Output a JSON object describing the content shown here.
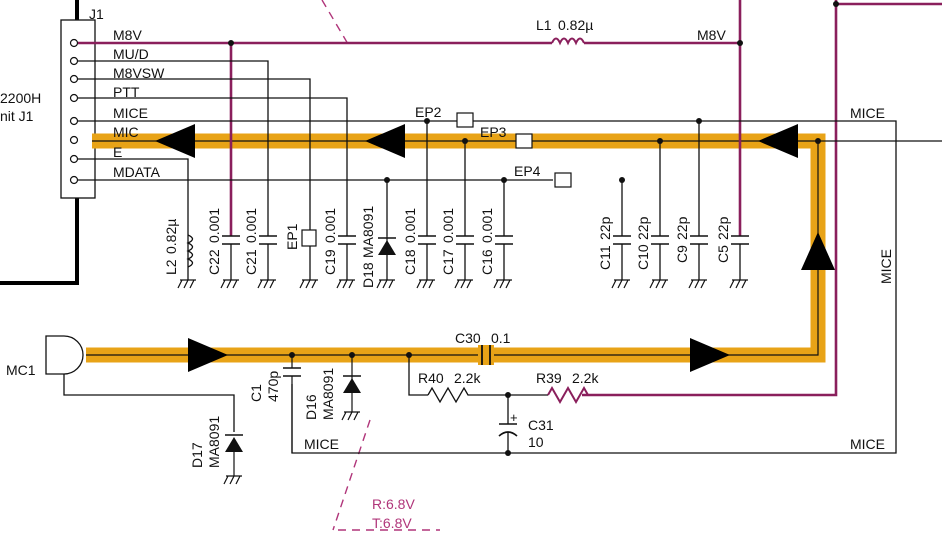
{
  "connector": {
    "ref": "J1",
    "pins": [
      "M8V",
      "MU/D",
      "M8VSW",
      "PTT",
      "MICE",
      "MIC",
      "E",
      "MDATA"
    ],
    "offpage_label_line1": "2200H",
    "offpage_label_line2": "nit J1"
  },
  "inductor_l1": {
    "ref": "L1",
    "value": "0.82µ"
  },
  "inductor_l2": {
    "ref": "L2",
    "value": "0.82µ"
  },
  "net_m8v": "M8V",
  "nets": {
    "mice_top": "MICE",
    "mice_vertical": "MICE",
    "mice_bottom_right": "MICE",
    "mice_bottom": "MICE"
  },
  "test_points": [
    "EP1",
    "EP2",
    "EP3",
    "EP4"
  ],
  "capacitors_top": [
    {
      "ref": "C22",
      "value": "0.001"
    },
    {
      "ref": "C21",
      "value": "0.001"
    },
    {
      "ref": "C19",
      "value": "0.001"
    },
    {
      "ref": "C18",
      "value": "0.001"
    },
    {
      "ref": "C17",
      "value": "0.001"
    },
    {
      "ref": "C16",
      "value": "0.001"
    },
    {
      "ref": "C11",
      "value": "22p"
    },
    {
      "ref": "C10",
      "value": "22p"
    },
    {
      "ref": "C9",
      "value": "22p"
    },
    {
      "ref": "C5",
      "value": "22p"
    }
  ],
  "diodes": {
    "d18": {
      "ref": "D18",
      "part": "MA8091"
    },
    "d16": {
      "ref": "D16",
      "part": "MA8091"
    },
    "d17": {
      "ref": "D17",
      "part": "MA8091"
    }
  },
  "mic": {
    "ref": "MC1"
  },
  "c1": {
    "ref": "C1",
    "value": "470p"
  },
  "c30": {
    "ref": "C30",
    "value": "0.1"
  },
  "r40": {
    "ref": "R40",
    "value": "2.2k"
  },
  "r39": {
    "ref": "R39",
    "value": "2.2k"
  },
  "c31": {
    "ref": "C31",
    "value": "10"
  },
  "voltage": {
    "rx": "R:6.8V",
    "tx": "T:6.8V"
  },
  "colors": {
    "signal_path": "#e8a317",
    "power_wire": "#8a1f5c",
    "annotation": "#b0357a",
    "wire": "#111111"
  }
}
